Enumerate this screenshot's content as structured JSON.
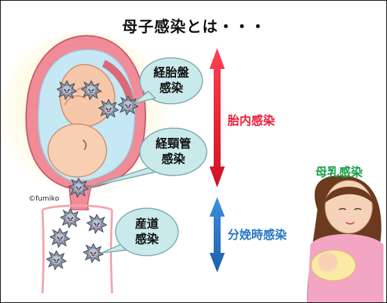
{
  "title": "母子感染とは・・・",
  "bubbles": {
    "transplacental": [
      "経胎盤",
      "感染"
    ],
    "transcervical": [
      "経頸管",
      "感染"
    ],
    "birth_canal": [
      "産道",
      "感染"
    ]
  },
  "labels": {
    "intrauterine": "胎内感染",
    "intrapartum": "分娩時感染",
    "breast_milk": "母乳感染"
  },
  "copyright": "©fumiko",
  "colors": {
    "intrauterine": "#e8213a",
    "intrapartum": "#2a78c8",
    "breast_milk": "#1aa04a",
    "bubble_fill": "#c9e9ea"
  }
}
